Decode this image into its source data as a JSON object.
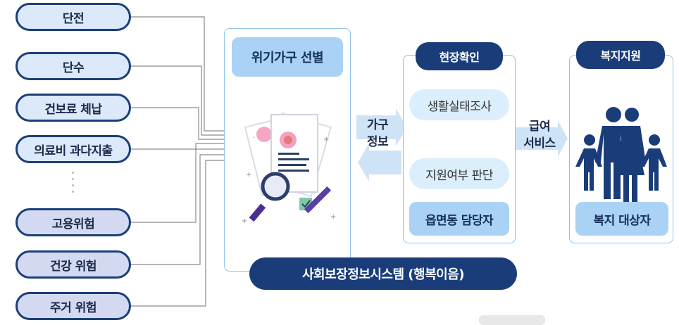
{
  "risk_factors": [
    "단전",
    "단수",
    "건보료 체납",
    "의료비 과다지출",
    "고용위험",
    "건강 위험",
    "주거 위험"
  ],
  "selection": {
    "title": "위기가구 선별",
    "icon": "document-review-illustration-icon"
  },
  "system_label": "사회보장정보시스템 (행복이음)",
  "household_info_label": [
    "가구",
    "정보"
  ],
  "field_check": {
    "title": "현장확인",
    "steps": [
      "생활실태조사",
      "지원여부 판단"
    ],
    "officer": "읍면동 담당자"
  },
  "benefit_label": [
    "급여",
    "서비스"
  ],
  "welfare_support": {
    "title": "복지지원",
    "icon": "family-icon",
    "target": "복지 대상자"
  },
  "colors": {
    "navy": "#1a3d7a",
    "light_blue": "#dbe9fa",
    "lilac": "#d4d9f2",
    "panel_border": "#8fc3ee",
    "arrow": "#cfe3f7"
  }
}
